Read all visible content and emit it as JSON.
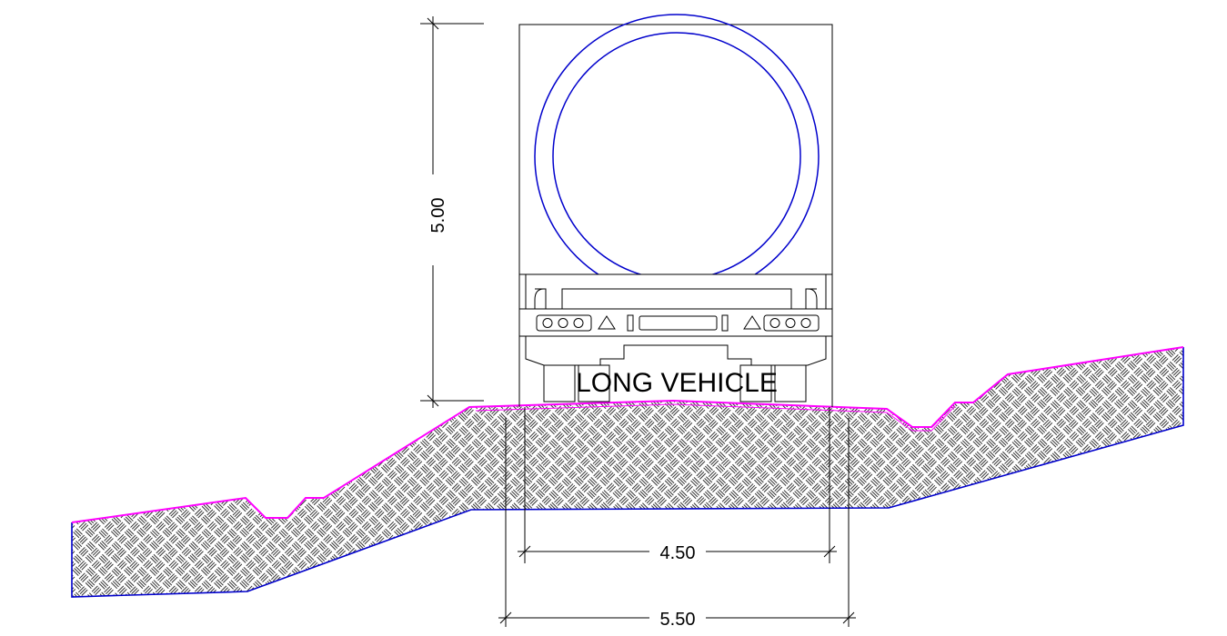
{
  "drawing": {
    "dimensions": {
      "height": "5.00",
      "carriageway": "4.50",
      "formation": "5.50"
    },
    "vehicle": {
      "label": "LONG VEHICLE"
    },
    "colors": {
      "outline": "#000000",
      "vessel": "#0000cc",
      "road_surface": "#ff00ff",
      "ground_bottom": "#0000cc",
      "hatch": "#000000",
      "background": "#ffffff"
    },
    "icons": [
      "tail-light-cluster-icon",
      "warning-triangle-icon",
      "license-plate-icon"
    ]
  }
}
